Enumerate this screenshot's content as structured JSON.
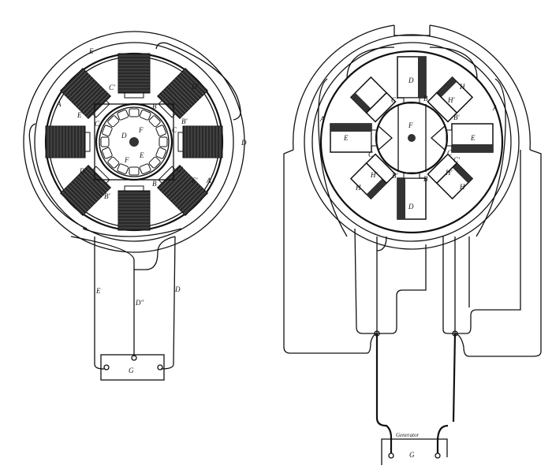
{
  "figure_left": {
    "labels": {
      "e_top": "E",
      "a_left": "A",
      "c2_top": "C'",
      "b_top": "B",
      "d1_top": "D'",
      "e1_left": "E'",
      "c_left": "C",
      "f_top": "F",
      "b1_right": "B'",
      "c_right": "C",
      "d_center": "D",
      "d_right": "D",
      "f_bottom": "F",
      "e_center": "E",
      "c1_right": "C'",
      "d1_left": "D'",
      "e1_right": "E'",
      "a_right": "A",
      "b1_left": "B'",
      "b_bottom": "B",
      "wire_e": "E",
      "wire_d2": "D''",
      "wire_d": "D",
      "box": "G"
    }
  },
  "figure_right": {
    "labels": {
      "d_top": "D",
      "b_top": "B",
      "c1_top": "C'",
      "h_top": "H",
      "h1_top": "H'",
      "b1_top": "B'",
      "a_left": "A",
      "a_right": "A",
      "f": "F",
      "e_left": "E",
      "e_right": "E",
      "c_left": "C",
      "c_right": "C",
      "c1_right": "C'",
      "h1_left": "H'",
      "b1_left": "B'",
      "h_left": "H",
      "b_bottom": "B",
      "h1_right": "H'",
      "h_right": "H",
      "d_bottom": "D",
      "generator": "Generator",
      "box": "G"
    }
  },
  "colors": {
    "ink": "#111111",
    "paper": "#ffffff"
  }
}
